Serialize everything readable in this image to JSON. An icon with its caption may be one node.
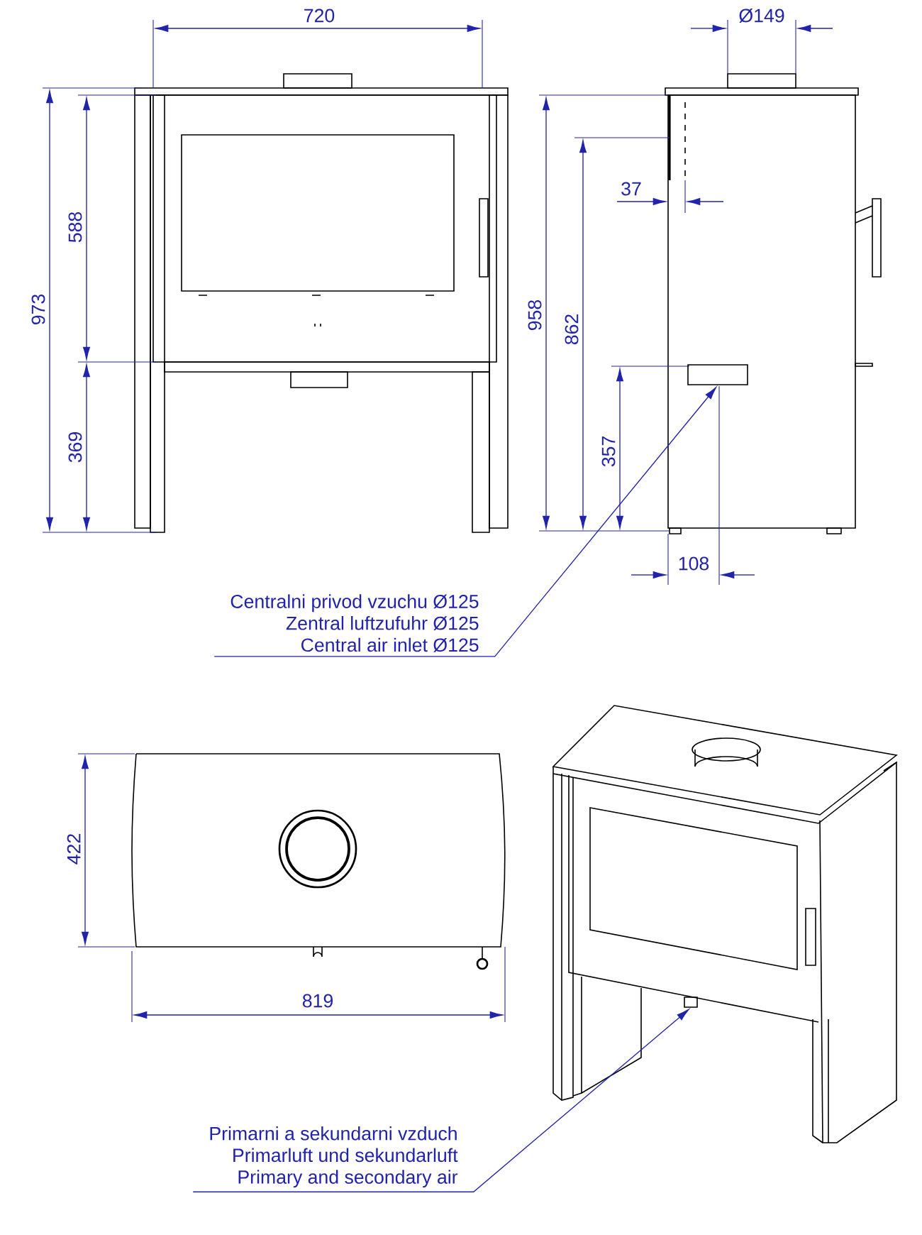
{
  "diagram": {
    "nodes": [
      {
        "text": [
          "Centralni privod vzuchu Ø125",
          "Zentral luftzufuhr Ø125",
          "Central air inlet Ø125"
        ]
      },
      {
        "text": [],
        "shape": "box"
      },
      {
        "text": [
          "Primarni a sekundarni vzduch",
          "Primarluft und sekundarluft",
          "Primary and secondary air"
        ]
      },
      {
        "text": [],
        "shape": "box"
      }
    ],
    "edges": [
      {
        "from": 0,
        "to": 1,
        "arrow": "to"
      },
      {
        "from": 2,
        "to": 3,
        "arrow": "to"
      }
    ],
    "labels": [
      "720",
      "973",
      "588",
      "369",
      "Ø149",
      "958",
      "862",
      "37",
      "357",
      "108",
      "422",
      "819"
    ]
  }
}
